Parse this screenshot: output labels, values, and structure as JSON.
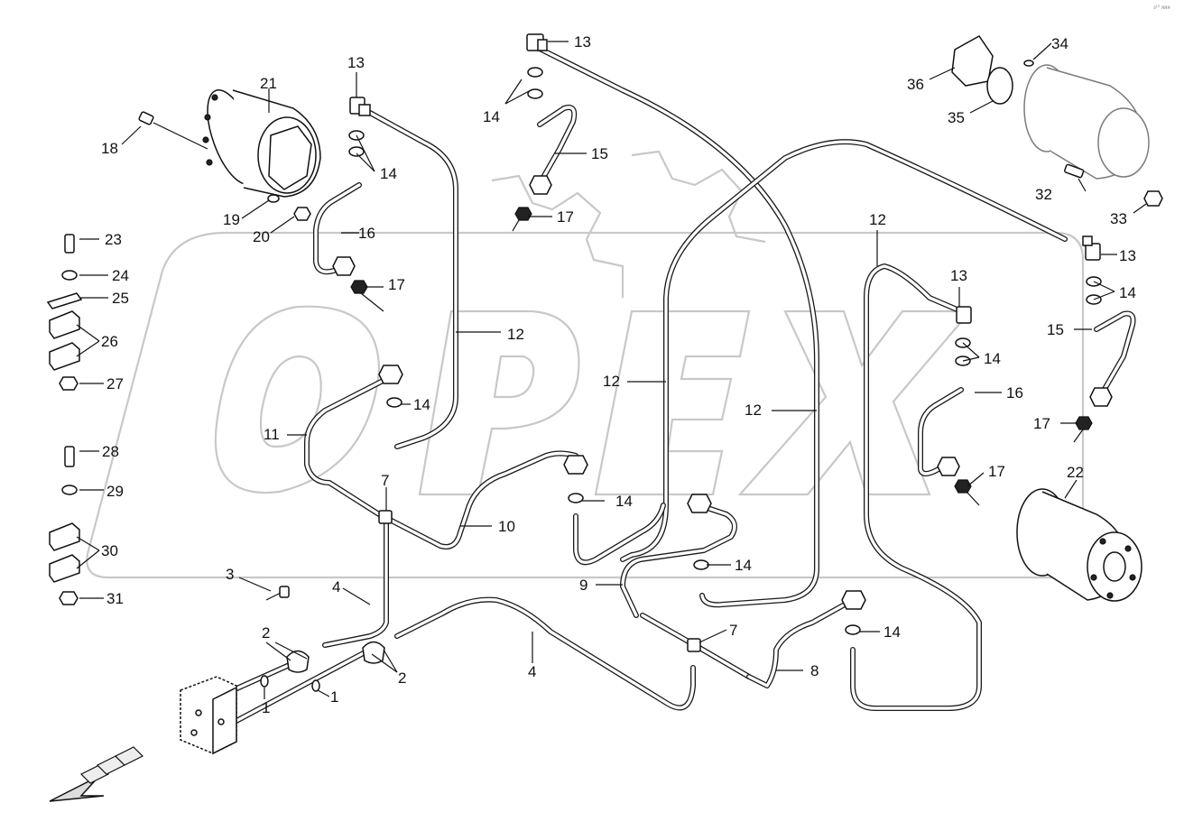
{
  "watermark": {
    "text": "OPEX"
  },
  "corner_code": "з¹⁰ ᴙᴙᴙ",
  "callouts": {
    "c1a": "1",
    "c1b": "1",
    "c2a": "2",
    "c2b": "2",
    "c3": "3",
    "c4a": "4",
    "c4b": "4",
    "c7a": "7",
    "c7b": "7",
    "c8": "8",
    "c9": "9",
    "c10": "10",
    "c11": "11",
    "c12a": "12",
    "c12b": "12",
    "c12c": "12",
    "c12d": "12",
    "c13a": "13",
    "c13b": "13",
    "c13c": "13",
    "c13d": "13",
    "c14a": "14",
    "c14b": "14",
    "c14c": "14",
    "c14d": "14",
    "c14e": "14",
    "c14f": "14",
    "c14g": "14",
    "c14h": "14",
    "c15a": "15",
    "c15b": "15",
    "c16a": "16",
    "c16b": "16",
    "c17a": "17",
    "c17b": "17",
    "c17c": "17",
    "c17d": "17",
    "c18": "18",
    "c19": "19",
    "c20": "20",
    "c21": "21",
    "c22": "22",
    "c23": "23",
    "c24": "24",
    "c25": "25",
    "c26": "26",
    "c27": "27",
    "c28": "28",
    "c29": "29",
    "c30": "30",
    "c31": "31",
    "c32": "32",
    "c33": "33",
    "c34": "34",
    "c35": "35",
    "c36": "36"
  }
}
